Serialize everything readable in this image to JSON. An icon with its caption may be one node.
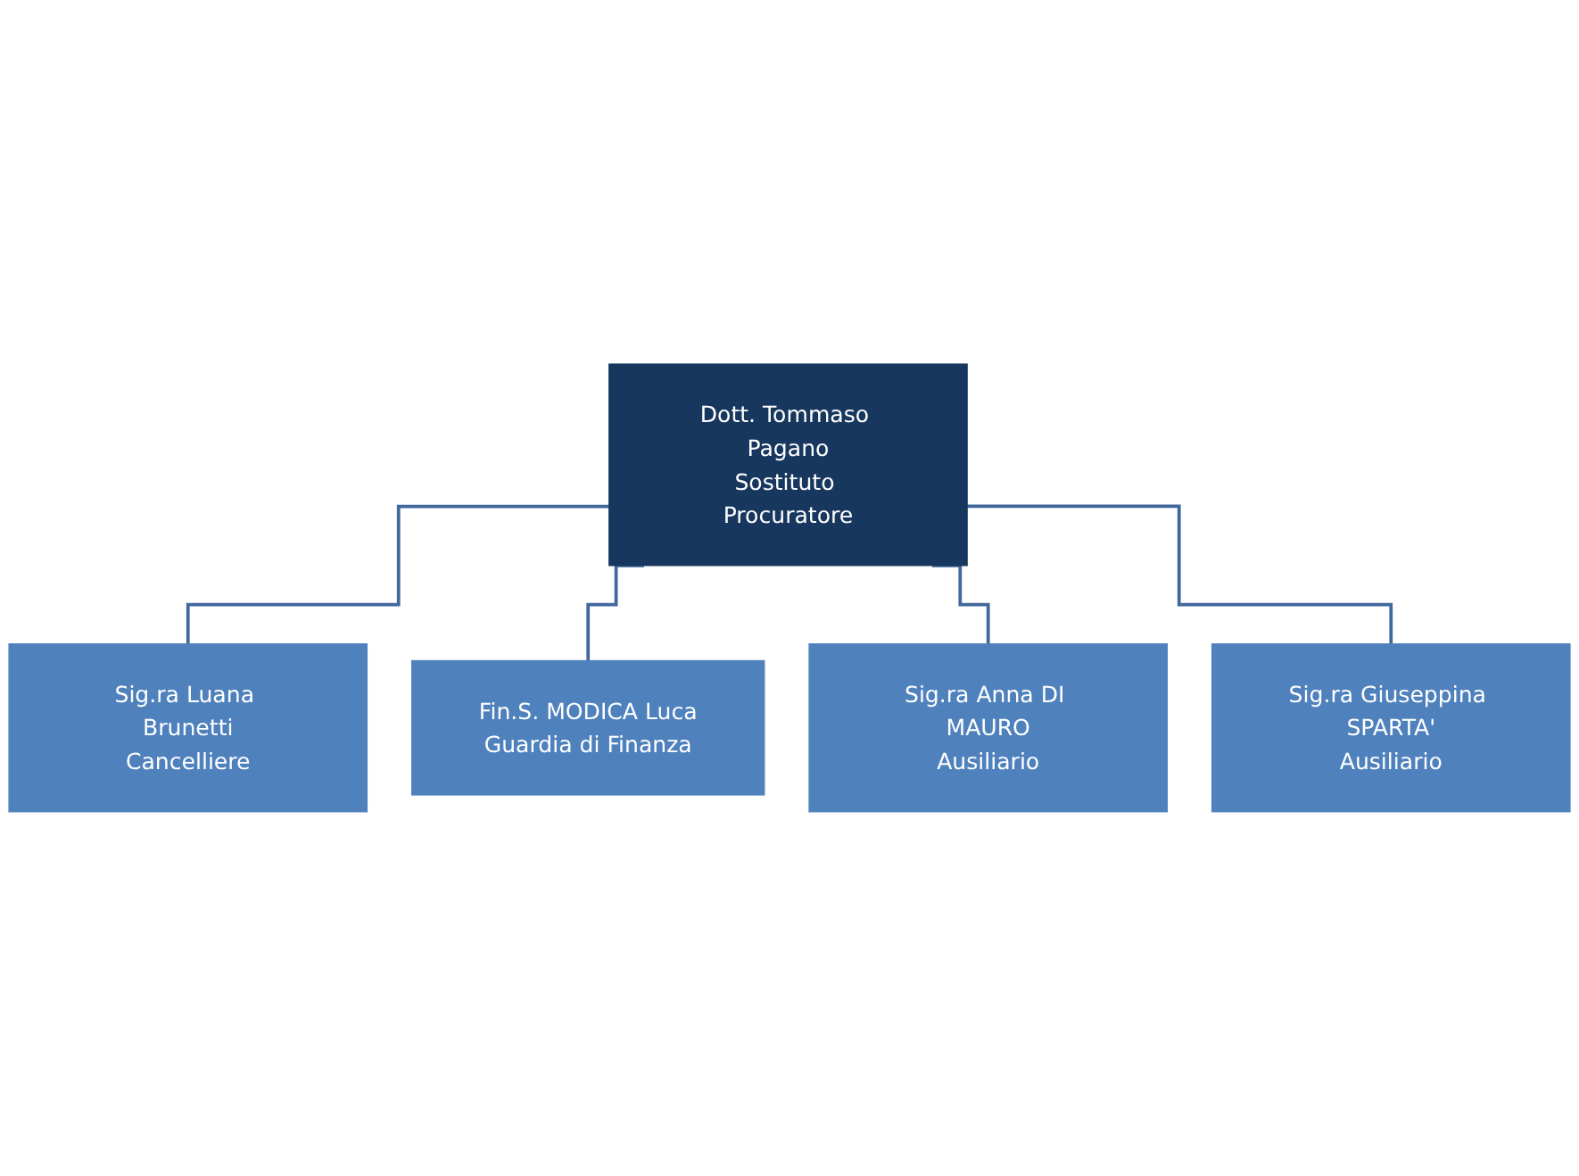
{
  "diagram": {
    "nodes": [
      {
        "text": [
          "Dott. Tommaso Pagano",
          "Sostituto Procuratore"
        ]
      },
      {
        "text": [
          "Sig.ra Luana Brunetti",
          "Cancelliere"
        ]
      },
      {
        "text": [
          "Fin.S. MODICA Luca",
          "Guardia di Finanza"
        ]
      },
      {
        "text": [
          "Sig.ra Anna DI MAURO",
          "Ausiliario"
        ]
      },
      {
        "text": [
          "Sig.ra Giuseppina SPARTA'",
          "Ausiliario"
        ]
      }
    ],
    "edges": [
      {
        "from": 0,
        "to": 1,
        "arrow": "none"
      },
      {
        "from": 0,
        "to": 2,
        "arrow": "none"
      },
      {
        "from": 0,
        "to": 3,
        "arrow": "none"
      },
      {
        "from": 0,
        "to": 4,
        "arrow": "none"
      }
    ]
  }
}
